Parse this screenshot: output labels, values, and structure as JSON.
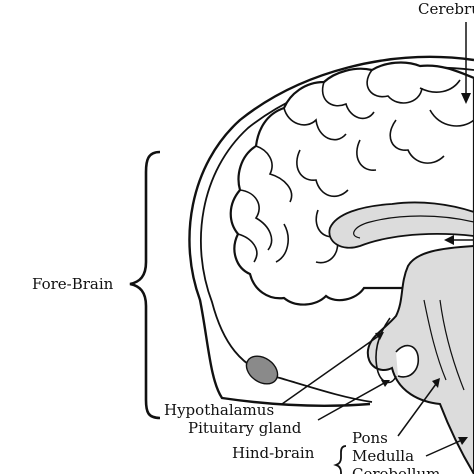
{
  "diagram": {
    "labels": {
      "cerebrum": "Cerebrum",
      "fore_brain": "Fore-Brain",
      "hypothalamus": "Hypothalamus",
      "pituitary_gland": "Pituitary gland",
      "hind_brain": "Hind-brain",
      "pons": "Pons",
      "medulla": "Medulla",
      "cerebellum": "Cerebellum"
    },
    "colors": {
      "outline": "#111111",
      "brain_fill": "#ffffff",
      "inner_fill": "#dcdcdc",
      "shade_fill": "#8a8a8a",
      "background": "#ffffff"
    }
  }
}
